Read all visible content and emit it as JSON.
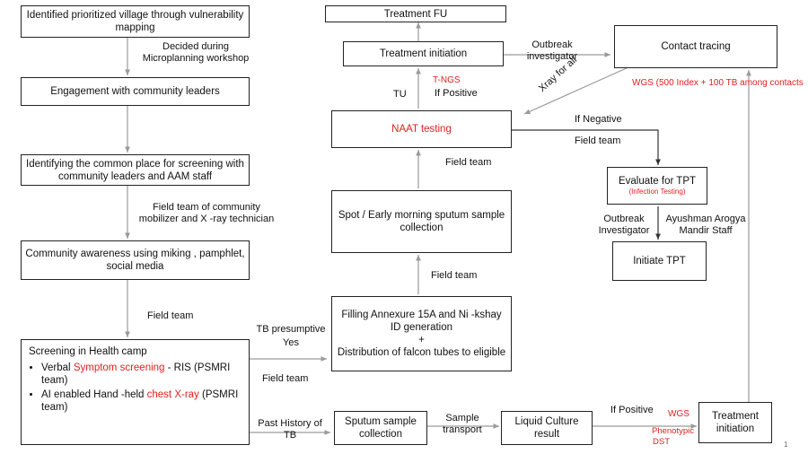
{
  "colors": {
    "accent_red": "#e02020",
    "box_border": "#222222",
    "connector": "#9a9a9a",
    "dark_connector": "#333333"
  },
  "boxes": {
    "village_mapping": "Identified prioritized village through vulnerability mapping",
    "engagement": "Engagement with community leaders",
    "common_place": "Identifying the common  place for screening with community leaders and AAM staff",
    "awareness": "Community awareness using  miking , pamphlet, social media",
    "screening": {
      "title": "Screening in Health camp",
      "item1_prefix": "Verbal ",
      "item1_red": "Symptom screening",
      "item1_suffix": " - RIS (PSMRI team)",
      "item2_prefix": "AI enabled Hand -held ",
      "item2_red": "chest X-ray",
      "item2_suffix": " (PSMRI team)"
    },
    "filling_annexure": {
      "line1": "Filling Annexure 15A and Ni -kshay ID generation",
      "line2": "+",
      "line3": "Distribution of falcon tubes to eligible"
    },
    "spot_sputum": "Spot / Early morning sputum sample collection",
    "naat": "NAAT testing",
    "treatment_initiation_top": "Treatment initiation",
    "treatment_fu": "Treatment FU",
    "contact_tracing": "Contact tracing",
    "evaluate_tpt": "Evaluate for  TPT",
    "evaluate_tpt_sub": "(Infection Testing)",
    "initiate_tpt": "Initiate TPT",
    "sputum_collection": "Sputum sample collection",
    "liquid_culture": "Liquid Culture result",
    "treatment_initiation_bottom": "Treatment initiation"
  },
  "labels": {
    "decided": "Decided during Microplanning workshop",
    "field_team_community": "Field team of community mobilizer and X -ray technician",
    "field_team_1": "Field team",
    "tb_presumptive": "TB presumptive",
    "yes": "Yes",
    "field_team_2": "Field team",
    "past_history": "Past History of TB",
    "field_team_3": "Field team",
    "field_team_4": "Field team",
    "tu": "TU",
    "if_positive_top": "If Positive",
    "t_ngs": "T-NGS",
    "outbreak_top": "Outbreak investigator",
    "xray_for_all": "Xray for all",
    "wgs_contacts": "WGS (500 Index + 100 TB among contacts",
    "if_negative": "If Negative",
    "field_team_5": "Field team",
    "outbreak_mid": "Outbreak Investigator",
    "ayushman": "Ayushman Arogya Mandir Staff",
    "sample_transport": "Sample transport",
    "if_positive_bottom": "If Positive",
    "wgs_bottom": "WGS",
    "phenotypic": "Phenotypic",
    "dst": "DST",
    "slide_number": "1"
  }
}
